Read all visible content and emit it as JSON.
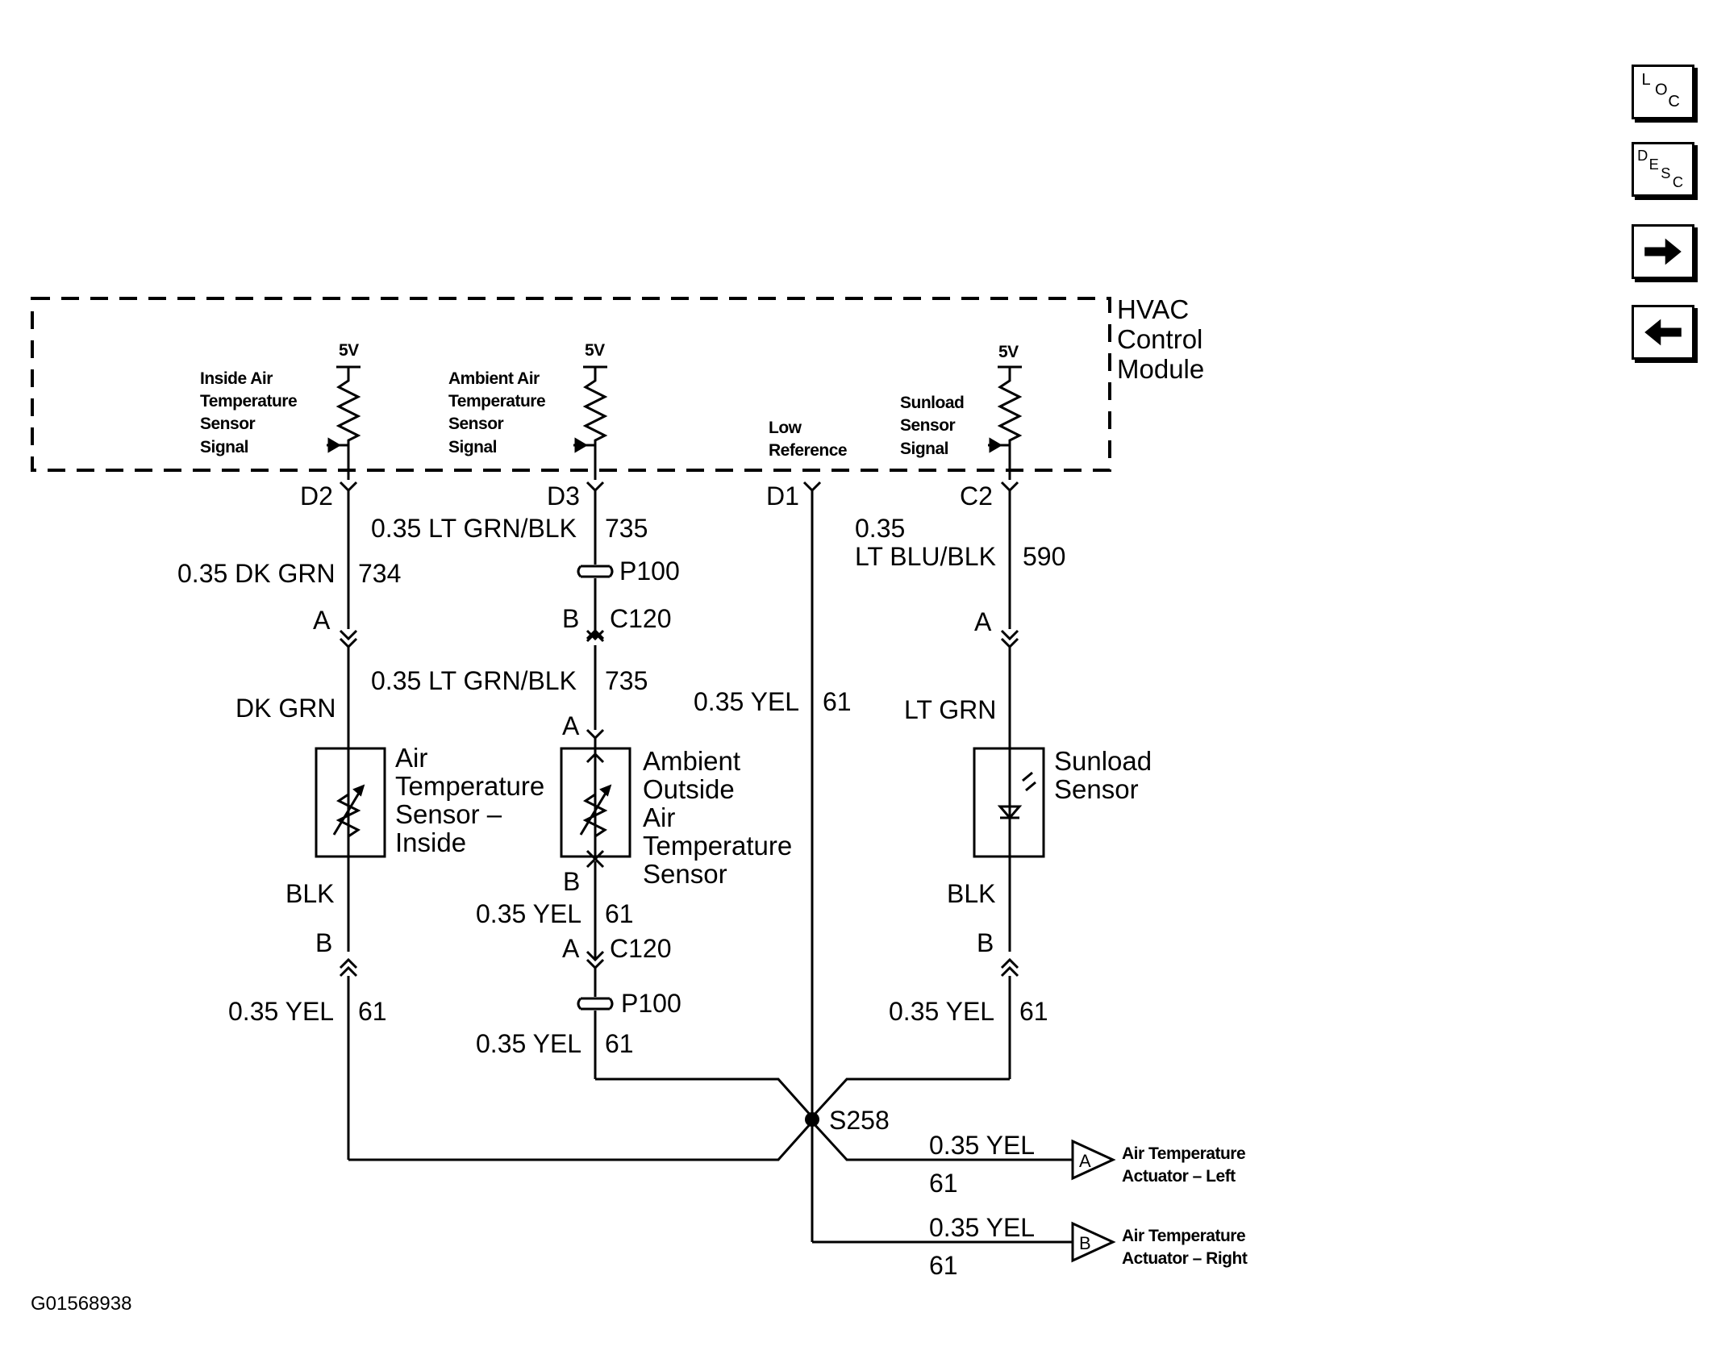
{
  "module": {
    "name_line1": "HVAC",
    "name_line2": "Control",
    "name_line3": "Module"
  },
  "voltage": "5V",
  "signals": {
    "inside": [
      "Inside Air",
      "Temperature",
      "Sensor",
      "Signal"
    ],
    "ambient": [
      "Ambient Air",
      "Temperature",
      "Sensor",
      "Signal"
    ],
    "low_ref": [
      "Low",
      "Reference"
    ],
    "sunload": [
      "Sunload",
      "Sensor",
      "Signal"
    ]
  },
  "pins": {
    "d2": "D2",
    "d3": "D3",
    "d1": "D1",
    "c2": "C2"
  },
  "wires": {
    "w734_size": "0.35 DK GRN",
    "w734_num": "734",
    "w735_size": "0.35 LT GRN/BLK",
    "w735_num": "735",
    "w590_size": "0.35",
    "w590_color": "LT BLU/BLK",
    "w590_num": "590",
    "yel_size": "0.35 YEL",
    "yel_num": "61",
    "dk_grn": "DK GRN",
    "lt_grn": "LT GRN",
    "blk": "BLK"
  },
  "connectors": {
    "p100": "P100",
    "c120": "C120",
    "a": "A",
    "b": "B"
  },
  "components": {
    "inside_sensor": [
      "Air",
      "Temperature",
      "Sensor –",
      "Inside"
    ],
    "ambient_sensor": [
      "Ambient",
      "Outside",
      "Air",
      "Temperature",
      "Sensor"
    ],
    "sunload_sensor": [
      "Sunload",
      "Sensor"
    ]
  },
  "splice": "S258",
  "outputs": {
    "left": {
      "letter": "A",
      "line1": "Air Temperature",
      "line2": "Actuator – Left"
    },
    "right": {
      "letter": "B",
      "line1": "Air Temperature",
      "line2": "Actuator – Right"
    }
  },
  "figure_id": "G01568938",
  "nav": {
    "loc": {
      "l1": "L",
      "l2": "O",
      "l3": "C"
    },
    "desc": {
      "l1": "D",
      "l2": "E",
      "l3": "S",
      "l4": "C"
    },
    "next_icon": "arrow-right",
    "prev_icon": "arrow-left"
  }
}
